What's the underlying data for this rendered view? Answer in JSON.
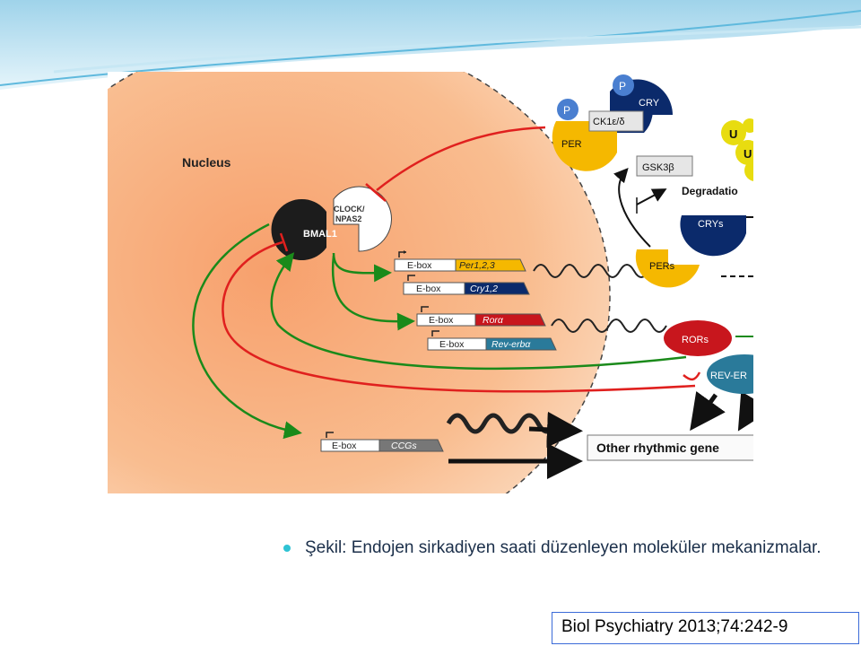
{
  "diagram": {
    "nucleus_label": "Nucleus",
    "bmal1": "BMAL1",
    "clock_line1": "CLOCK/",
    "clock_line2": "NPAS2",
    "ebox": "E-box",
    "genes": [
      "Per1,2,3",
      "Cry1,2",
      "Rorα",
      "Rev-erbα",
      "CCGs"
    ],
    "p_label": "P",
    "cry": "CRY",
    "per": "PER",
    "ck1": "CK1ε/δ",
    "gsk3b": "GSK3β",
    "u_label": "U",
    "degradation": "Degradatio",
    "crys": "CRYs",
    "pers": "PERs",
    "rors": "RORs",
    "reverb": "REV-ER",
    "other_genes": "Other rhythmic gene",
    "colors": {
      "nucleus": "#f6a878",
      "activation": "#1a8a1a",
      "repression": "#e0201e",
      "per_yellow": "#f5b800",
      "cry_navy": "#0b2a6b",
      "p_blue": "#4a7fd0",
      "rors_red": "#c8161d",
      "reverb_teal": "#2a7a9a"
    }
  },
  "caption": "Şekil: Endojen sirkadiyen saati düzenleyen moleküler mekanizmalar.",
  "citation": "Biol Psychiatry 2013;74:242-9"
}
